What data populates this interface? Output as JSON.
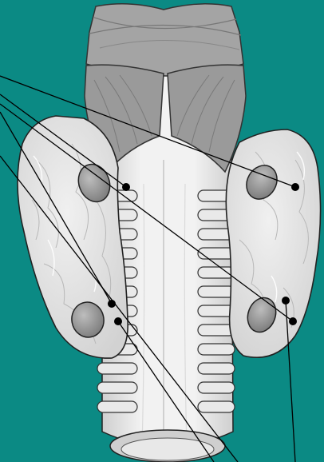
{
  "diagram": {
    "colors": {
      "background": "#0b8a84",
      "outline": "#222222",
      "cartilage": "#e6e6e6",
      "cartilage_shadow": "#c9c9c9",
      "muscle": "#9e9e9e",
      "muscle_light": "#b5b5b5",
      "thyroid_lobe": "#dedede",
      "parathyroid_gland": "#8f8f8f",
      "leader_line": "#000000"
    },
    "structures": [
      {
        "name": "trachea"
      },
      {
        "name": "laryngeal-muscles"
      },
      {
        "name": "left-thyroid-lobe"
      },
      {
        "name": "right-thyroid-lobe"
      },
      {
        "name": "upper-left-parathyroid"
      },
      {
        "name": "lower-left-parathyroid"
      },
      {
        "name": "upper-right-parathyroid"
      },
      {
        "name": "lower-right-parathyroid"
      }
    ]
  }
}
